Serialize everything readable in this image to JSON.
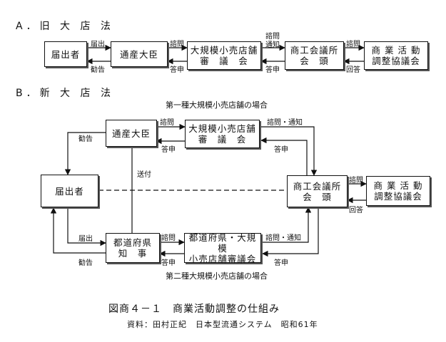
{
  "section_a": {
    "title": "A．旧 大 店 法",
    "boxes": {
      "applicant": "届出者",
      "miti": "通産大臣",
      "council_l1": "大規模小売店舗",
      "council_l2": "審　議　会",
      "chamber_l1": "商工会議所",
      "chamber_l2": "会　頭",
      "coord_l1": "商 業 活 動",
      "coord_l2": "調整協議会"
    },
    "labels": {
      "notify": "届出",
      "recommend": "勧告",
      "consult1": "諮問",
      "report1": "答申",
      "consult_notify_l1": "諮問",
      "consult_notify_l2": "通知",
      "report2": "答申",
      "consult2": "諮問",
      "response": "回答"
    }
  },
  "section_b": {
    "title": "B．新 大 店 法",
    "subtitle_top": "第一種大規模小売店舗の場合",
    "subtitle_bottom": "第二種大規模小売店舗の場合",
    "boxes": {
      "miti": "通産大臣",
      "council_l1": "大規模小売店舗",
      "council_l2": "審　議　会",
      "applicant": "届出者",
      "chamber_l1": "商工会議所",
      "chamber_l2": "会　頭",
      "coord_l1": "商 業 活 動",
      "coord_l2": "調整協議会",
      "gov_l1": "都道府県",
      "gov_l2": "知　事",
      "pcouncil_l1": "都道府県・大規模",
      "pcouncil_l2": "小売店舗審議会"
    },
    "labels": {
      "consult_top": "諮問",
      "consult_notify_top": "諮問・通知",
      "recommend_top": "勧告",
      "report_top1": "答申",
      "report_top2": "答申",
      "forward": "送付",
      "consult_right": "諮問",
      "response": "回答",
      "notify_bottom": "届出",
      "consult_bottom": "諮問",
      "consult_notify_bottom": "諮問・通知",
      "recommend_bottom": "勧告",
      "report_bottom1": "答申",
      "report_bottom2": "答申"
    }
  },
  "caption": {
    "title": "図商４－１　商業活動調整の仕組み",
    "source": "資料：田村正紀　日本型流通システム　昭和61年"
  }
}
